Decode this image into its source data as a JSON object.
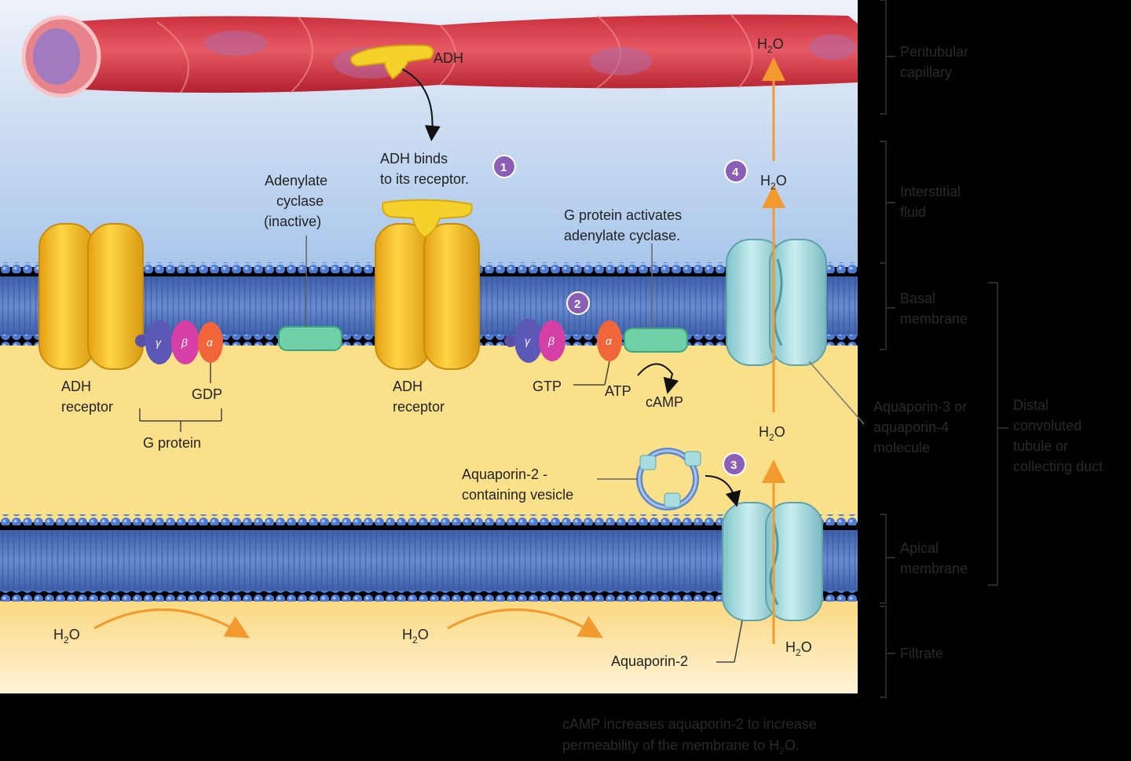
{
  "labels": {
    "adh": "ADH",
    "step1": [
      "ADH binds",
      "to its receptor."
    ],
    "adenylate_cyclase": [
      "Adenylate",
      "cyclase",
      "(inactive)"
    ],
    "step2_text": [
      "G protein activates",
      "adenylate cyclase."
    ],
    "adh_receptor_left": [
      "ADH",
      "receptor"
    ],
    "adh_receptor_mid": [
      "ADH",
      "receptor"
    ],
    "gdp": "GDP",
    "g_protein": "G protein",
    "gtp": "GTP",
    "atp": "ATP",
    "camp": "cAMP",
    "vesicle": [
      "Aquaporin-2 -",
      "containing vesicle"
    ],
    "aquaporin2": "Aquaporin-2",
    "aquaporin34": [
      "Aquaporin-3 or",
      "aquaporin-4",
      "molecule"
    ],
    "gamma": "γ",
    "beta": "β",
    "alpha": "α",
    "h2o_main": "H",
    "h2o_sub": "2",
    "h2o_end": "O"
  },
  "steps": [
    "1",
    "2",
    "3",
    "4"
  ],
  "side_labels": {
    "peritubular": [
      "Peritubular",
      "capillary"
    ],
    "interstitial": [
      "Interstitial",
      "fluid"
    ],
    "basal": [
      "Basal",
      "membrane"
    ],
    "apical": [
      "Apical",
      "membrane"
    ],
    "filtrate": "Filtrate",
    "distal": [
      "Distal",
      "convoluted",
      "tubule or",
      "collecting duct"
    ]
  },
  "caption": [
    "cAMP increases aquaporin-2 to increase",
    "permeability of the membrane to H",
    "2",
    "O."
  ],
  "colors": {
    "capillary": "#d9434f",
    "interstitial_top": "#e8eef8",
    "interstitial_bottom": "#a9c6e8",
    "cytoplasm": "#fbe08a",
    "filtrate": "#fde6a6",
    "phospholipid_head": "#4f7fd6",
    "receptor": "#f2b81e",
    "aquaporin": "#9fd8dc",
    "adenylate_cyclase": "#6fcfa6",
    "step_badge": "#8a5fb5",
    "arrow": "#f29a2e"
  }
}
